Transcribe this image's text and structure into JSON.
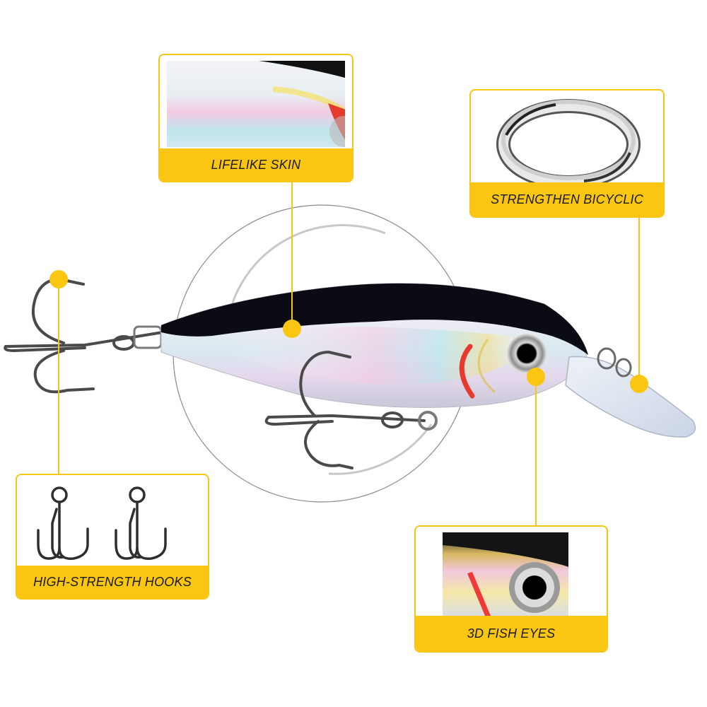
{
  "theme": {
    "accent": "#fbc612",
    "accent_border": "#f5c518",
    "text": "#1a1a1a",
    "background": "#ffffff"
  },
  "callouts": [
    {
      "id": "lifelike-skin",
      "label": "LIFELIKE SKIN",
      "image": "iridescent-skin-closeup"
    },
    {
      "id": "strengthen-bicyclic",
      "label": "STRENGTHEN BICYCLIC",
      "image": "split-ring"
    },
    {
      "id": "high-strength-hooks",
      "label": "HIGH-STRENGTH HOOKS",
      "image": "two-treble-hooks"
    },
    {
      "id": "3d-fish-eyes",
      "label": "3D FISH EYES",
      "image": "fish-eye-closeup"
    }
  ],
  "product": {
    "name": "crankbait-fishing-lure",
    "colors": {
      "back": "#0b0b14",
      "belly": "#e8eaf0",
      "lip": "#dfe6f2"
    },
    "parts": [
      "rear-treble-hook",
      "body",
      "belly-treble-hook",
      "3d-eye",
      "diving-lip",
      "split-ring"
    ]
  }
}
